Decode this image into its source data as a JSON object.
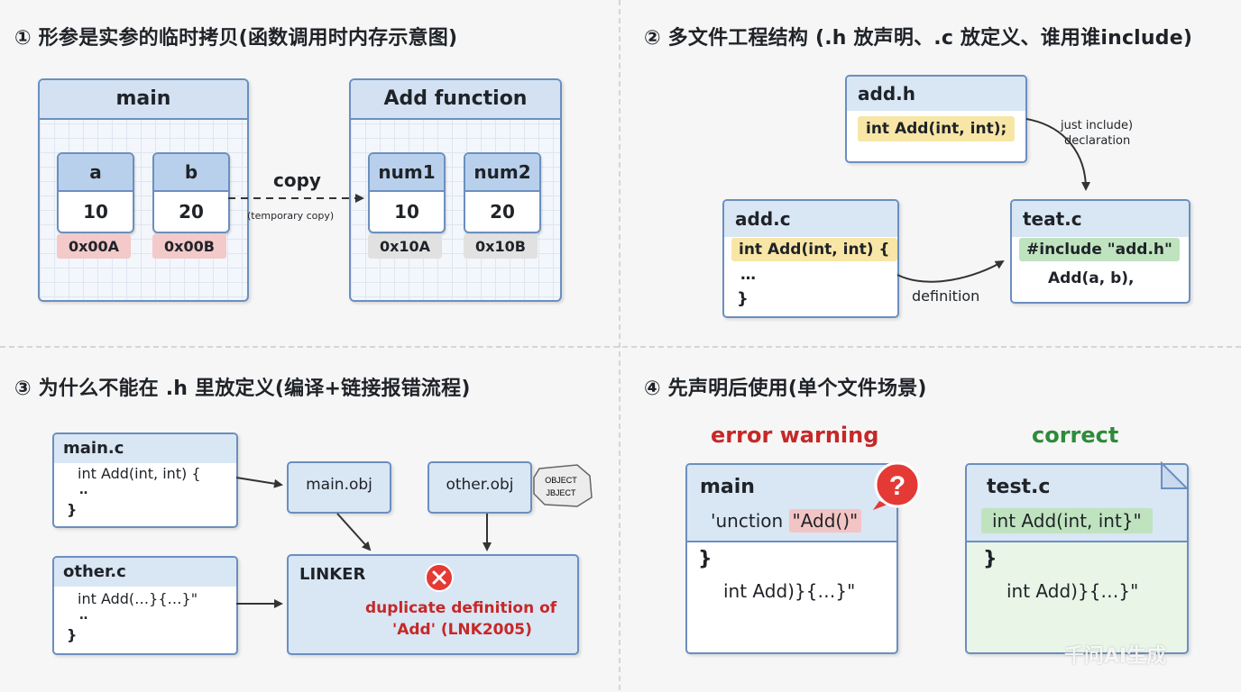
{
  "sec1": {
    "title": "① 形参是实参的临时拷贝(函数调用时内存示意图)",
    "main_frame": "main",
    "add_frame": "Add function",
    "vars_main": [
      {
        "name": "a",
        "value": "10",
        "addr": "0x00A"
      },
      {
        "name": "b",
        "value": "20",
        "addr": "0x00B"
      }
    ],
    "vars_add": [
      {
        "name": "num1",
        "value": "10",
        "addr": "0x10A"
      },
      {
        "name": "num2",
        "value": "20",
        "addr": "0x10B"
      }
    ],
    "copy_label": "copy",
    "copy_sub": "(temporary copy)"
  },
  "sec2": {
    "title": "② 多文件工程结构 (.h 放声明、.c 放定义、谁用谁include)",
    "addh": {
      "title": "add.h",
      "line": "int Add(int, int);"
    },
    "addc": {
      "title": "add.c",
      "line1": "int Add(int, int) {",
      "line2": "…",
      "line3": "}"
    },
    "testc": {
      "title": "teat.c",
      "line1": "#include \"add.h\"",
      "line2": "Add(a, b),"
    },
    "note_include_1": "just include)",
    "note_include_2": "declaration",
    "note_definition": "definition"
  },
  "sec3": {
    "title": "③ 为什么不能在 .h 里放定义(编译+链接报错流程)",
    "mainc": {
      "title": "main.c",
      "line1": "int Add(int, int) {",
      "line2": "‥",
      "line3": "}"
    },
    "otherc": {
      "title": "other.c",
      "line1": "int Add(…}{…}\"",
      "line2": "‥",
      "line3": "}"
    },
    "mainobj": "main.obj",
    "otherobj": "other.obj",
    "badge_1": "OBJECT",
    "badge_2": "JBJECT",
    "linker": "LINKER",
    "error_1": "duplicate definition of",
    "error_2": "'Add' (LNK2005)",
    "error_icon": "x-icon"
  },
  "sec4": {
    "title": "④ 先声明后使用(单个文件场景)",
    "error_label": "error warning",
    "correct_label": "correct",
    "err_file": {
      "title": "main",
      "pre": "'unction ",
      "hl": "\"Add()\"",
      "brace": "}",
      "line": "int Add)}{…}\""
    },
    "ok_file": {
      "title": "test.c",
      "hl": "int Add(int, int}\"",
      "brace": "}",
      "line": "int Add)}{…}\""
    },
    "question_icon": "question-icon"
  },
  "watermark": "千问AI生成",
  "colors": {
    "accent_blue": "#6b8fbf",
    "error_red": "#c62828",
    "correct_green": "#2e8b3a",
    "highlight_yellow": "#f8e6a6",
    "highlight_green": "#bfe3bf",
    "highlight_red": "#f3c4c4"
  }
}
